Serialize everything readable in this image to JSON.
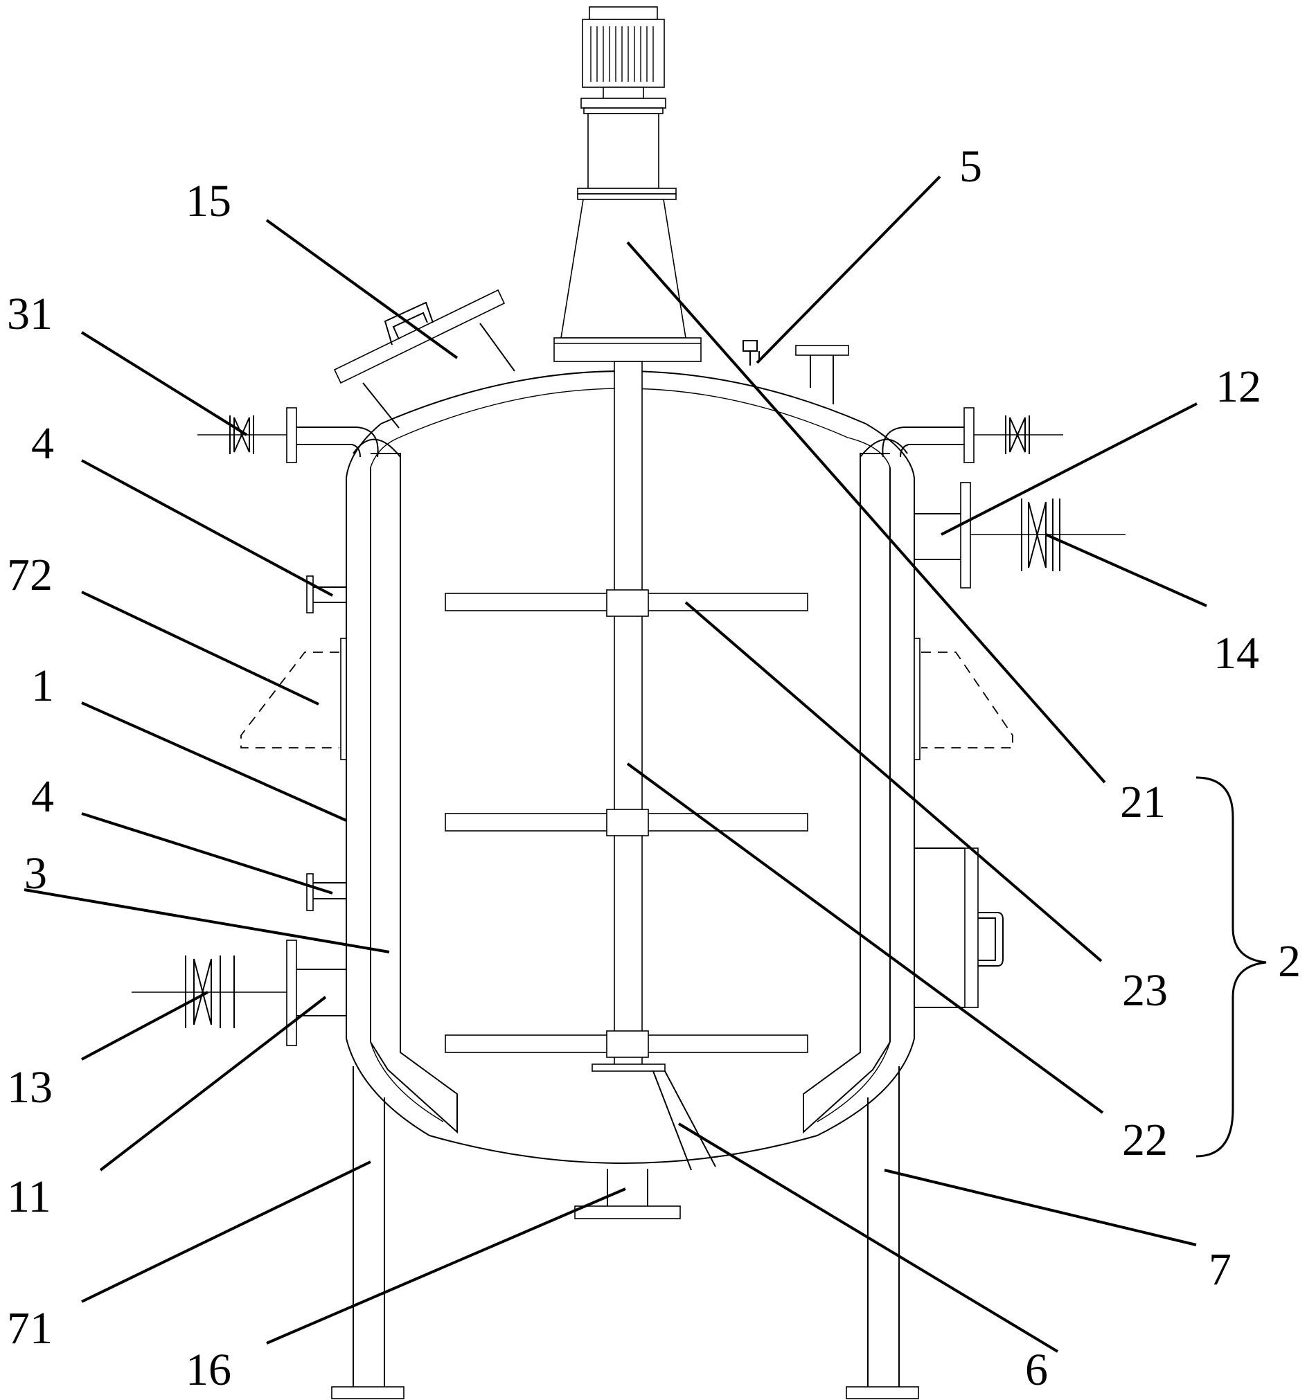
{
  "labels": {
    "l15": "15",
    "l5": "5",
    "l31": "31",
    "l12": "12",
    "l4a": "4",
    "l72": "72",
    "l1": "1",
    "l14": "14",
    "l21": "21",
    "l4b": "4",
    "l3": "3",
    "l23": "23",
    "l2": "2",
    "l13": "13",
    "l22": "22",
    "l11": "11",
    "l7": "7",
    "l71": "71",
    "l16": "16",
    "l6": "6"
  }
}
